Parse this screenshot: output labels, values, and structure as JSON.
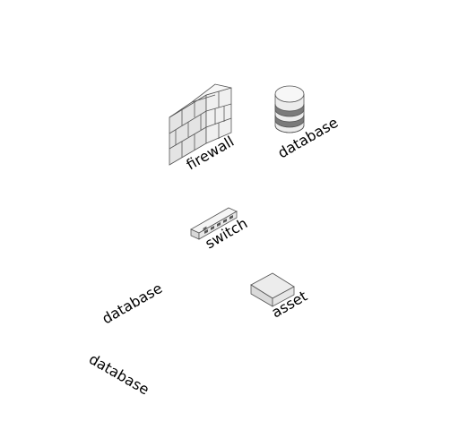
{
  "nodes": {
    "firewall": {
      "label": "firewall",
      "icon": "firewall-icon"
    },
    "database_top": {
      "label": "database",
      "icon": "database-icon"
    },
    "switch": {
      "label": "switch",
      "icon": "switch-icon"
    },
    "asset": {
      "label": "asset",
      "icon": "asset-icon"
    },
    "database_left": {
      "label": "database"
    },
    "database_bottom": {
      "label": "database"
    }
  },
  "colors": {
    "stroke": "#555555",
    "face_light": "#f2f2f2",
    "face_mid": "#e0e0e0",
    "face_dark": "#cccccc",
    "db_band": "#7a7a7a"
  }
}
